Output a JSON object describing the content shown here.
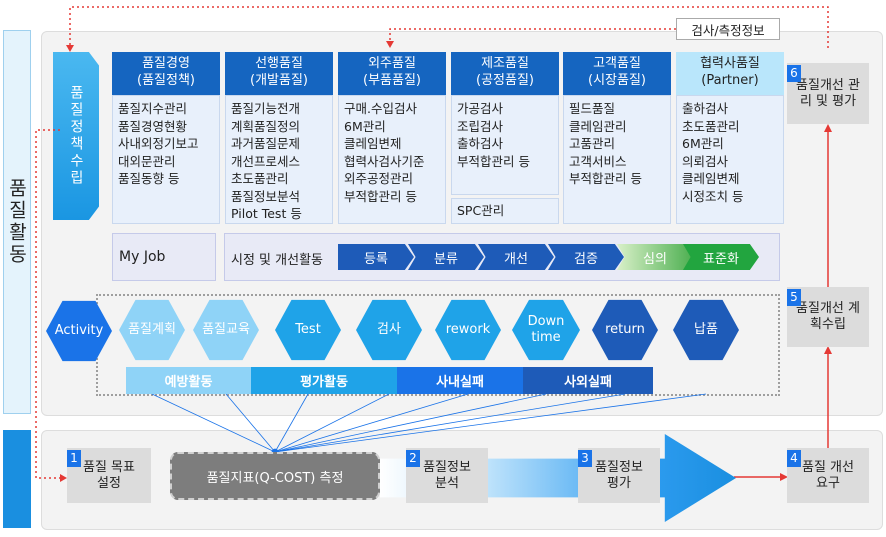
{
  "side_title": "품질활동",
  "tab_quality_policy": "품질정책수립",
  "colors": {
    "head_blue": "#1565c0",
    "light_blue": "#8fd3f7",
    "cyan": "#1fa3e8",
    "navy": "#1e5bb8",
    "green": "#22a53f",
    "dashed_red": "#e53935"
  },
  "columns": [
    {
      "title": "품질경영",
      "subtitle": "(품질정책)",
      "items": [
        "품질지수관리",
        "품질경영현황",
        "사내외정기보고",
        "대외문관리",
        "품질동향 등"
      ]
    },
    {
      "title": "선행품질",
      "subtitle": "(개발품질)",
      "items": [
        "품질기능전개",
        "계획품질정의",
        "과거품질문제",
        "개선프로세스",
        "초도품관리",
        "품질정보분석",
        "Pilot Test 등"
      ]
    },
    {
      "title": "외주품질",
      "subtitle": "(부품품질)",
      "items": [
        "구매.수입검사",
        "6M관리",
        "클레임변제",
        "협력사검사기준",
        "외주공정관리",
        "부적합관리 등"
      ]
    },
    {
      "title": "제조품질",
      "subtitle": "(공정품질)",
      "items": [
        "가공검사",
        "조립검사",
        "출하검사",
        "부적합관리 등"
      ],
      "extra": "SPC관리"
    },
    {
      "title": "고객품질",
      "subtitle": "(시장품질)",
      "items": [
        "필드품질",
        "클레임관리",
        "고품관리",
        "고객서비스",
        "부적합관리 등"
      ]
    },
    {
      "title": "협력사품질",
      "subtitle": "(Partner)",
      "items": [
        "출하검사",
        "초도품관리",
        "6M관리",
        "의뢰검사",
        "클레임변제",
        "시정조치 등"
      ]
    }
  ],
  "inspection_info": "검사/측정정보",
  "myjob": {
    "label": "My Job",
    "activity_label": "시정 및 개선활동",
    "steps": [
      "등록",
      "분류",
      "개선",
      "검증",
      "심의",
      "표준화"
    ]
  },
  "activity_hexes": [
    "Activity",
    "품질계획",
    "품질교육",
    "Test",
    "검사",
    "rework",
    "Down time",
    "return",
    "납품"
  ],
  "activity_bars": [
    "예방활동",
    "평가활동",
    "사내실패",
    "사외실패"
  ],
  "process": {
    "step1": {
      "num": "1",
      "label": "품질 목표설정"
    },
    "qcost": "품질지표(Q-COST) 측정",
    "step2": {
      "num": "2",
      "label": "품질정보 분석"
    },
    "step3": {
      "num": "3",
      "label": "품질정보 평가"
    },
    "step4": {
      "num": "4",
      "label": "품질 개선요구"
    },
    "step5": {
      "num": "5",
      "label": "품질개선 계획수립"
    },
    "step6": {
      "num": "6",
      "label": "품질개선 관리 및 평가"
    }
  }
}
